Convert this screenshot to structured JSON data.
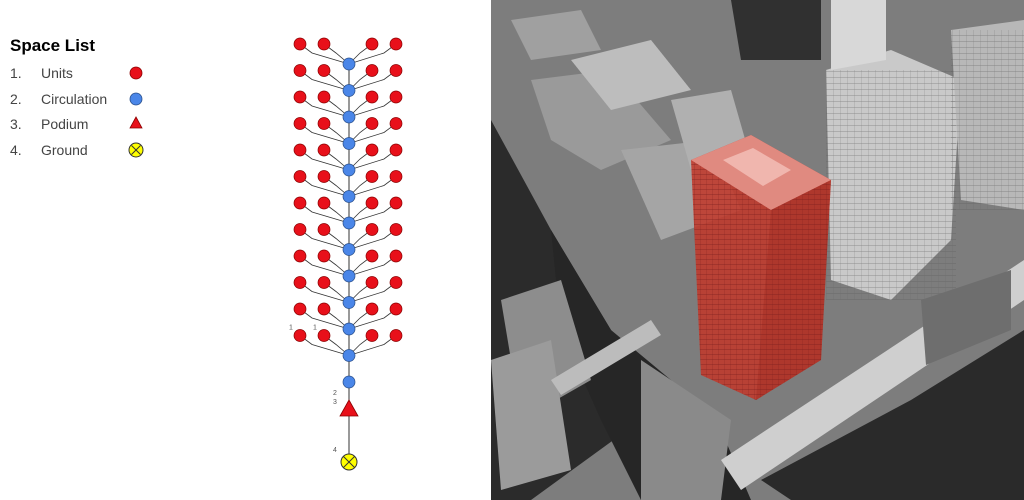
{
  "legend": {
    "title": "Space List",
    "items": [
      {
        "num": "1.",
        "label": "Units",
        "symbol": "red-circle",
        "color": "#e8101a"
      },
      {
        "num": "2.",
        "label": "Circulation",
        "symbol": "blue-circle",
        "color": "#4a86e8"
      },
      {
        "num": "3.",
        "label": "Podium",
        "symbol": "red-triangle",
        "color": "#e8101a"
      },
      {
        "num": "4.",
        "label": "Ground",
        "symbol": "yellow-circle-x",
        "color": "#ffff00"
      }
    ]
  },
  "diagram": {
    "floor_count": 12,
    "units_per_floor": 4,
    "node_labels": {
      "unit": "1",
      "circulation": "2",
      "podium": "3",
      "ground": "4"
    }
  },
  "photo": {
    "description_icon": "aerial-city-photo",
    "highlight_color": "#c0392b"
  }
}
